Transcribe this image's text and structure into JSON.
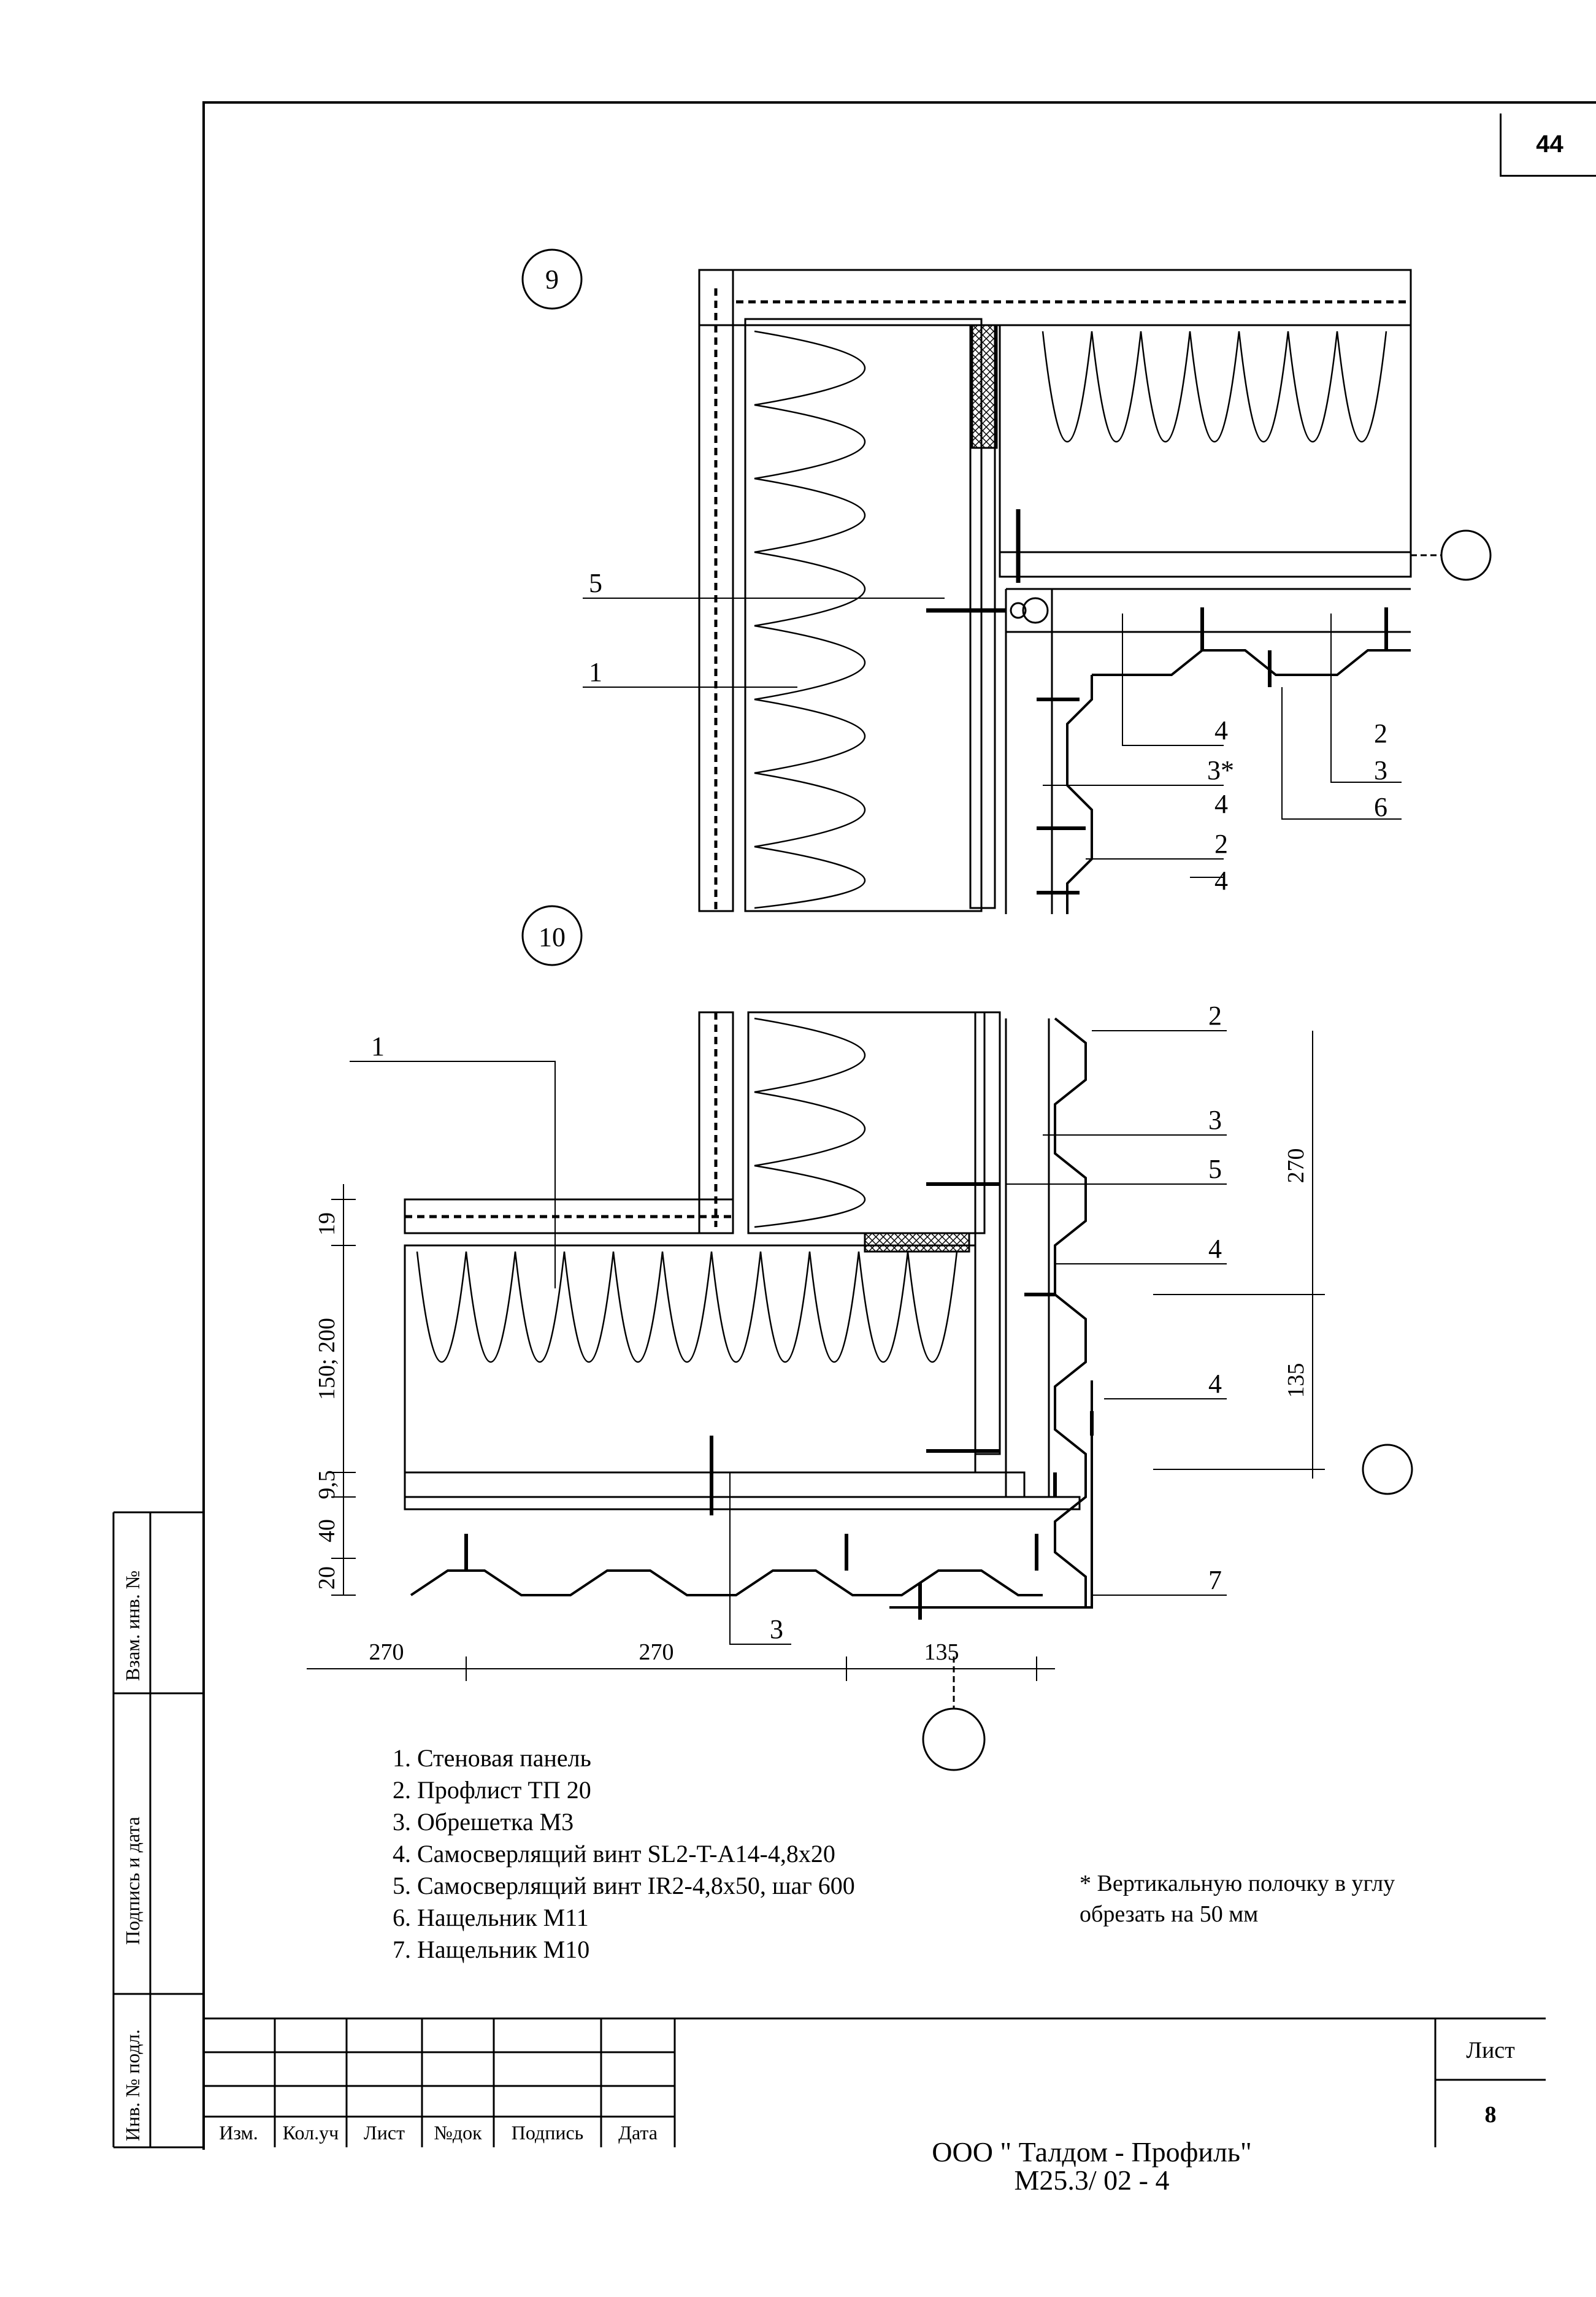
{
  "page_number": "44",
  "details": [
    {
      "id": "9",
      "callouts_left": [
        "5",
        "1"
      ],
      "callouts_right": [
        "4",
        "3*",
        "4",
        "2",
        "4",
        "2",
        "3",
        "6"
      ]
    },
    {
      "id": "10",
      "callouts": [
        "1",
        "2",
        "3",
        "5",
        "4",
        "4",
        "7",
        "3"
      ]
    }
  ],
  "dimensions": {
    "vertical": [
      "19",
      "150; 200",
      "9,5",
      "40",
      "20"
    ],
    "horizontal": [
      "270",
      "270",
      "135"
    ],
    "right": [
      "270",
      "135"
    ]
  },
  "legend": [
    "1. Стеновая панель",
    "2. Профлист ТП 20",
    "3. Обрешетка М3",
    "4. Самосверлящий винт SL2-T-A14-4,8x20",
    "5. Самосверлящий винт IR2-4,8x50, шаг 600",
    "6. Нащельник М11",
    "7. Нащельник М10"
  ],
  "note": [
    "* Вертикальную полочку в углу",
    "обрезать на 50 мм"
  ],
  "side_stamps": [
    "Взам. инв. №",
    "Подпись и дата",
    "Инв. № подл."
  ],
  "title_block": {
    "columns": [
      "Изм.",
      "Кол.уч",
      "Лист",
      "№док",
      "Подпись",
      "Дата"
    ],
    "organization": "ООО \" Талдом - Профиль\"",
    "code": "М25.3/ 02 - 4",
    "sheet_label": "Лист",
    "sheet_number": "8"
  }
}
